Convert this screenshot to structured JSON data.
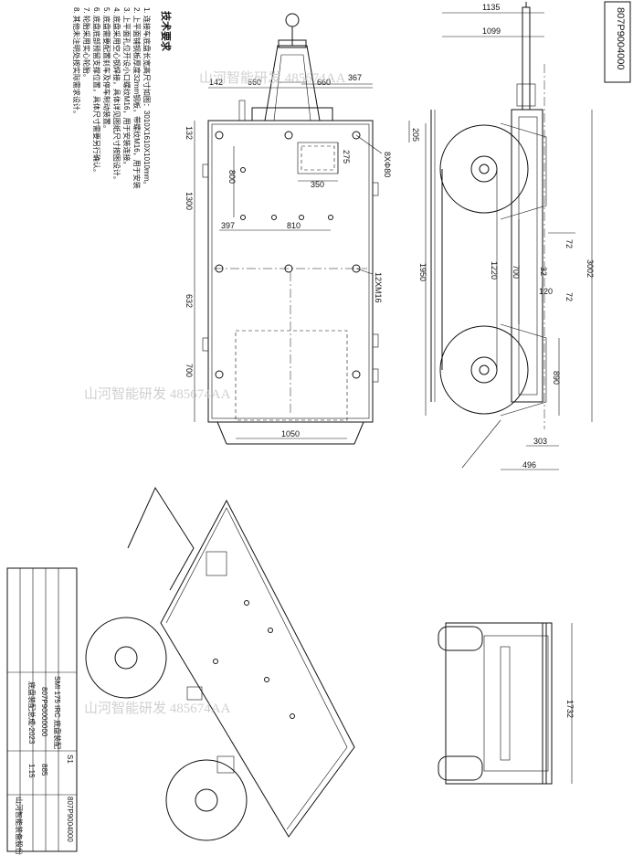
{
  "drawing_no": "807P9004000",
  "tech_req": {
    "title": "技术要求",
    "items": [
      "1. 连接车底盘长宽高尺寸如图：3010X1610X1010mm。",
      "2. 上平面铺钢板厚度32mm钢板，带螺纹M16，用于安装",
      "3. 上平面孔位开设小口螺纹M16，用于安装连接。",
      "4. 底盘采用空心钢焊接，具体详见图纸尺寸按图设计。",
      "5. 底盘需要配置刹车及停车制动装置。",
      "6. 底盘底部预留支撑位置，具体尺寸需要另行确认。",
      "7. 轮胎采用实心轮胎。",
      "8. 其他未注明处按实际需求设计。"
    ]
  },
  "plan_dims": {
    "d142": "142",
    "d660a": "660",
    "d660b": "660",
    "d367": "367",
    "d132": "132",
    "d205": "205",
    "d800": "800",
    "d275": "275",
    "d350": "350",
    "d397": "397",
    "d810": "810",
    "d1300": "1300",
    "d632": "632",
    "d700": "700",
    "d1050": "1050",
    "hole_a": "8XΦ80",
    "hole_b": "12XM16"
  },
  "side_dims": {
    "d1135": "1135",
    "d1099": "1099",
    "d72a": "72",
    "d32": "32",
    "d72b": "72",
    "d120": "120",
    "d700": "700",
    "d1220": "1220",
    "d1950": "1950",
    "d3002": "3002",
    "d890": "890",
    "d303": "303",
    "d496": "496"
  },
  "end_dims": {
    "d1732": "1732"
  },
  "watermarks": [
    "山河智能研发 485674AA",
    "山河智能研发 485674AA",
    "山河智能研发 485674AA"
  ],
  "title_block": {
    "drawing_no": "807P9004000",
    "drawing_no_small": "807P90000000",
    "model": "SMI 175 IRC 底盘装配",
    "name": "底盘装配总成-2023",
    "weight": "885",
    "scale": "1:15",
    "sheet": "S1",
    "company": "山河智能装备股份有限公司"
  }
}
